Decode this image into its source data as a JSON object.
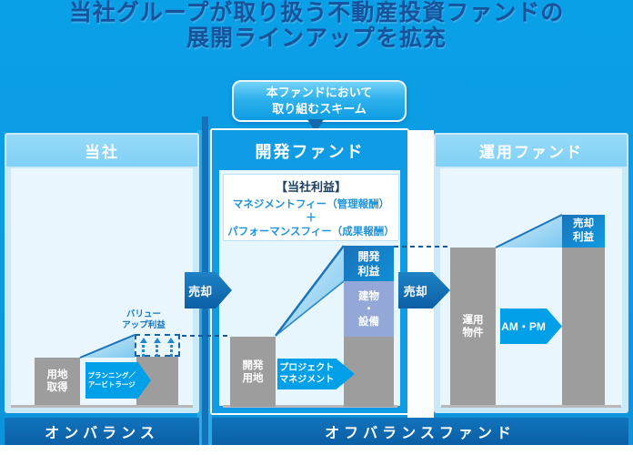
{
  "title": {
    "line1": "当社グループが取り扱う不動産投資ファンドの",
    "line2": "展開ラインアップを拡充"
  },
  "callout": {
    "line1": "本ファンドにおいて",
    "line2": "取り組むスキーム"
  },
  "sale_arrow_1": "売却",
  "sale_arrow_2": "売却",
  "company": {
    "header": "当社",
    "footer": "オンバランス",
    "land_bar": {
      "line1": "用地",
      "line2": "取得"
    },
    "process_arrow": {
      "line1": "プランニング／",
      "line2": "アービトラージ"
    },
    "value_up_label": {
      "line1": "バリュー",
      "line2": "アップ利益"
    }
  },
  "development": {
    "header": "開発ファンド",
    "profit_note": {
      "heading": "【当社利益】",
      "fee1": "マネジメントフィー（管理報酬）",
      "plus": "＋",
      "fee2": "パフォーマンスフィー（成果報酬）"
    },
    "land_bar": {
      "line1": "開発",
      "line2": "用地"
    },
    "process_arrow": {
      "line1": "プロジェクト",
      "line2": "マネジメント"
    },
    "result_bar": {
      "profit": {
        "line1": "開発",
        "line2": "利益"
      },
      "building": {
        "line1": "建物",
        "line2": "・",
        "line3": "設備"
      }
    }
  },
  "operation": {
    "header": "運用ファンド",
    "asset_bar": {
      "line1": "運用",
      "line2": "物件"
    },
    "process_arrow": "AM・PM",
    "result_bar": {
      "profit": {
        "line1": "売却",
        "line2": "利益"
      }
    }
  },
  "offbalance_footer": "オフバランスファンド",
  "colors": {
    "background": "#0C9BE2",
    "accent_arrow": "#00A0E9",
    "dark_blue_bar": "#0D6CB5",
    "navy_line": "#1565AD",
    "gray_bar": "#9D9D9D",
    "building_segment": "#93A8D6",
    "title_text": "#17539B"
  }
}
